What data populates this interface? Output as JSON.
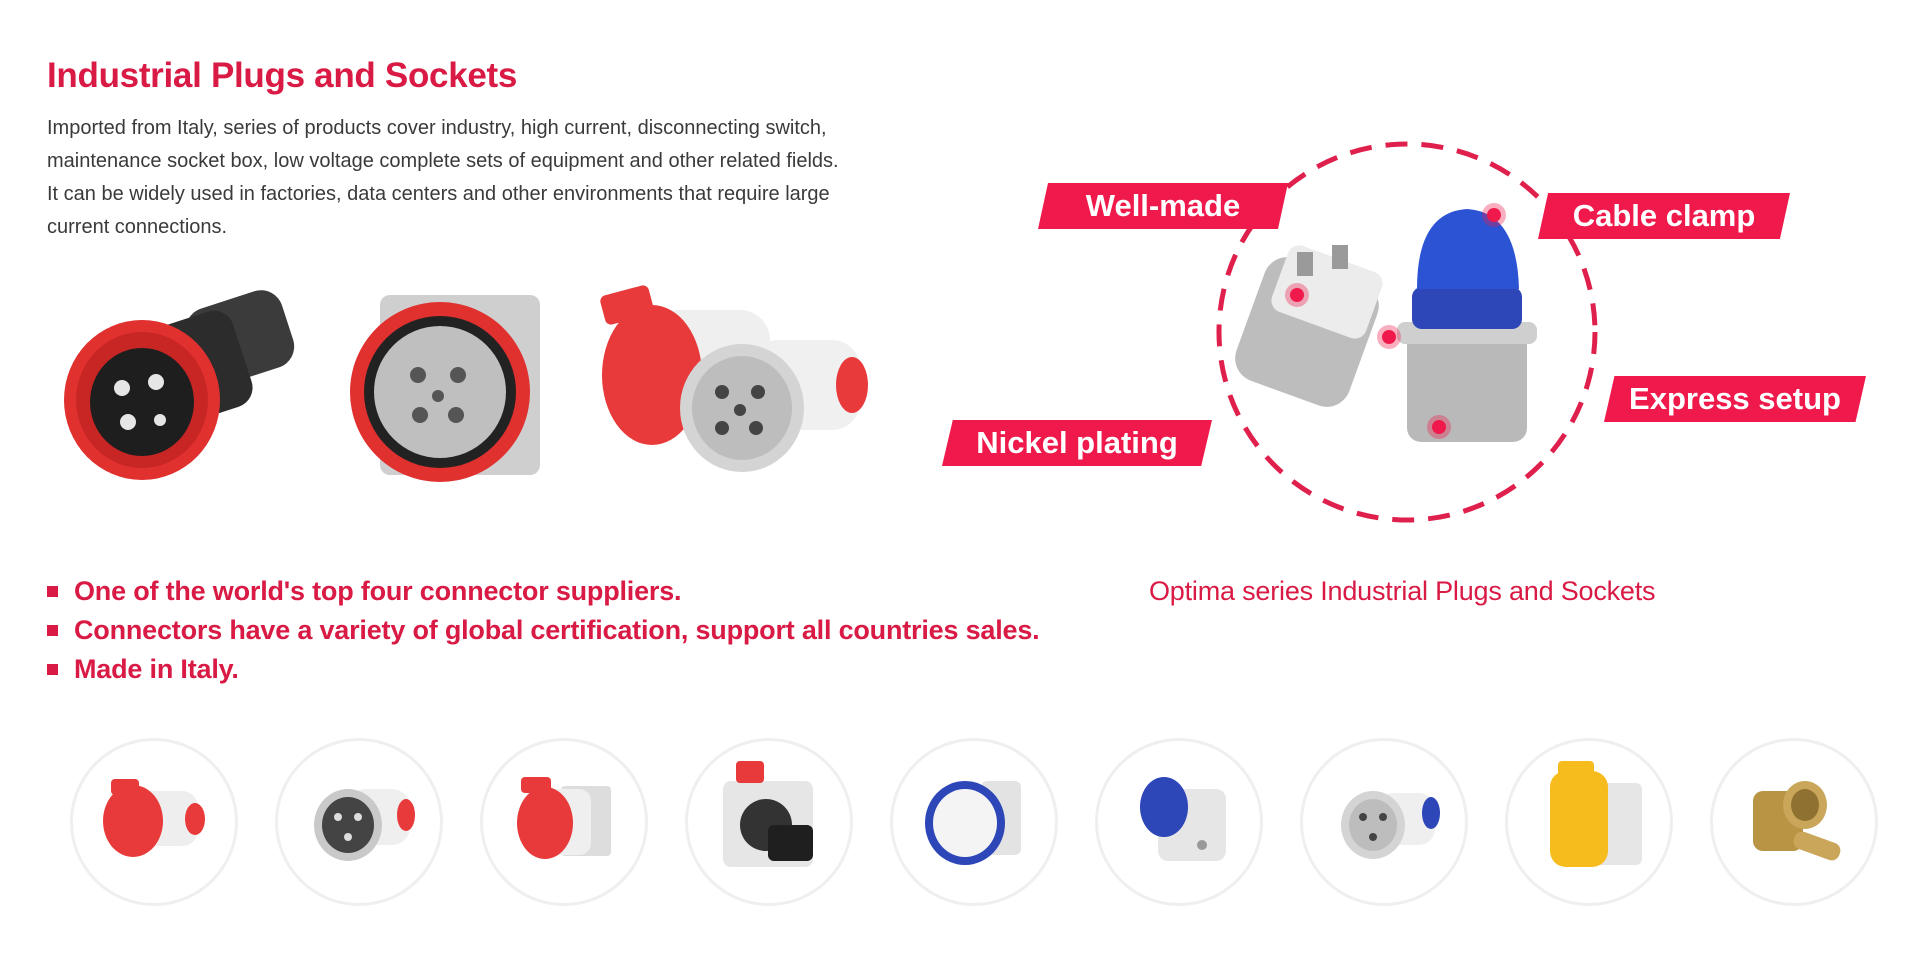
{
  "header": {
    "title": "Industrial Plugs and Sockets",
    "intro_lines": [
      "Imported from Italy, series of products cover industry, high current, disconnecting switch,",
      "maintenance socket box, low voltage complete sets of equipment and other related fields.",
      "It can be widely used in factories, data centers and other environments that require large",
      "current connections."
    ]
  },
  "bullets": [
    "One of the world's top four connector suppliers.",
    "Connectors have a variety of global certification, support all countries sales.",
    "Made in Italy."
  ],
  "feature": {
    "caption": "Optima series Industrial Plugs and Sockets",
    "tags": {
      "well_made": "Well-made",
      "cable_clamp": "Cable clamp",
      "express_setup": "Express setup",
      "nickel_plating": "Nickel plating"
    }
  },
  "hero_products": [
    {
      "icon": "red-black-industrial-plug-icon"
    },
    {
      "icon": "panel-mounted-inlet-icon"
    },
    {
      "icon": "plug-and-socket-pair-icon"
    }
  ],
  "thumbnails": [
    {
      "icon": "red-coupler-socket-icon"
    },
    {
      "icon": "grey-plug-icon"
    },
    {
      "icon": "red-wall-socket-icon"
    },
    {
      "icon": "panel-socket-with-connector-icon"
    },
    {
      "icon": "blue-wall-socket-icon"
    },
    {
      "icon": "blue-angled-socket-icon"
    },
    {
      "icon": "white-blue-plug-icon"
    },
    {
      "icon": "yellow-panel-socket-icon"
    },
    {
      "icon": "brass-connector-icon"
    }
  ],
  "colors": {
    "accent": "#d91a44",
    "tag_bg": "#ef1a4b",
    "red_product": "#e83a3a",
    "blue_product": "#2d46b8",
    "yellow_product": "#f6bb1c"
  }
}
